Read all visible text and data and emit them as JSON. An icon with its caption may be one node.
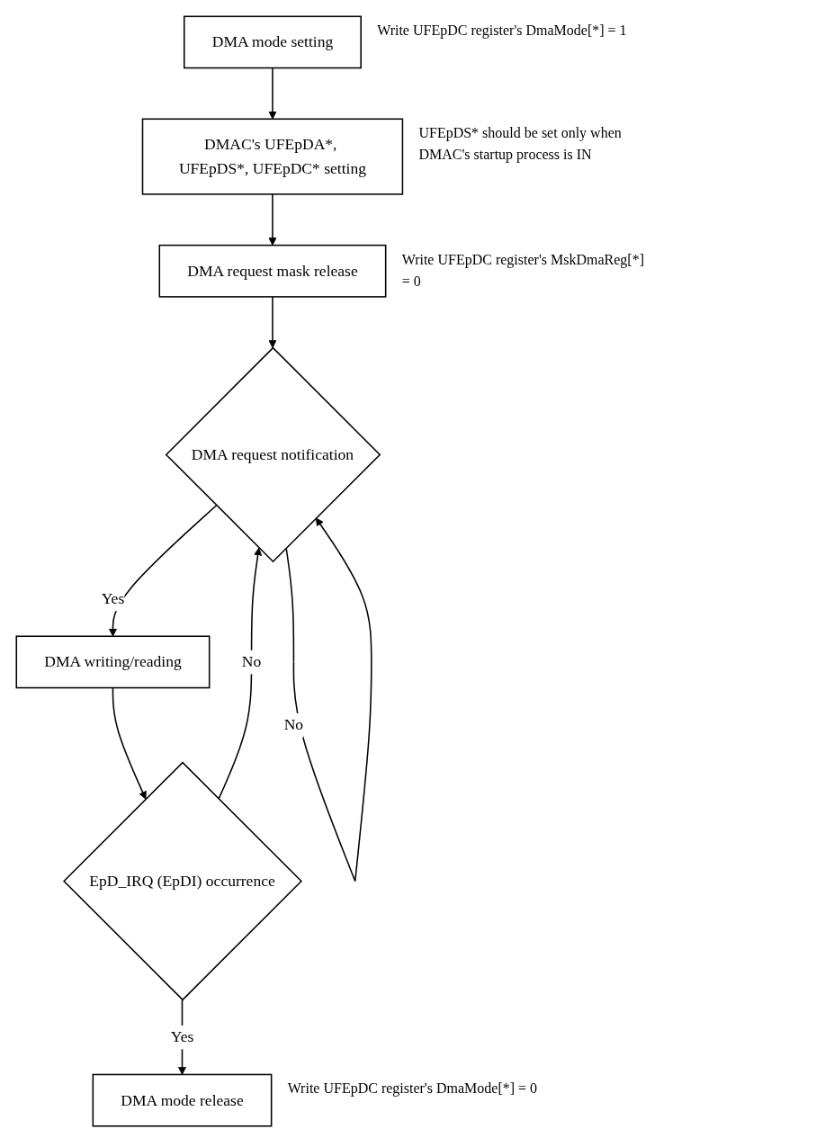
{
  "diagram": {
    "nodes": [
      {
        "text": [
          "DMA mode setting"
        ],
        "beside": [
          "Write UFEpDC register's DmaMode[*] = 1"
        ]
      },
      {
        "text": [
          "DMAC's UFEpDA*, UFEpDS*, UFEpDC* setting"
        ],
        "beside": [
          "UFEpDS* should be set only when DMAC's startup process is IN"
        ]
      },
      {
        "text": [
          "DMA request mask release"
        ],
        "beside": [
          "Write UFEpDC register's MskDmaReg[*] = 0"
        ]
      },
      {
        "text": [
          "DMA request notification"
        ]
      },
      {
        "text": [
          "DMA writing/reading"
        ]
      },
      {
        "text": [
          "EpD_IRQ (EpDI) occurrence"
        ]
      },
      {
        "text": [
          "DMA mode release"
        ],
        "beside": [
          "Write UFEpDC register's DmaMode[*] = 0"
        ]
      }
    ],
    "edges": [
      {
        "from": 0,
        "to": 1,
        "arrow": "to"
      },
      {
        "from": 1,
        "to": 2,
        "arrow": "to"
      },
      {
        "from": 2,
        "to": 3,
        "arrow": "to"
      },
      {
        "from": 3,
        "to": 3,
        "label": "No",
        "arrow": "to"
      },
      {
        "from": 3,
        "to": 4,
        "label": "Yes",
        "arrow": "to"
      },
      {
        "from": 4,
        "to": 5,
        "arrow": "to"
      },
      {
        "from": 5,
        "to": 3,
        "label": "No",
        "arrow": "to"
      },
      {
        "from": 5,
        "to": 6,
        "label": "Yes",
        "arrow": "to"
      }
    ]
  }
}
